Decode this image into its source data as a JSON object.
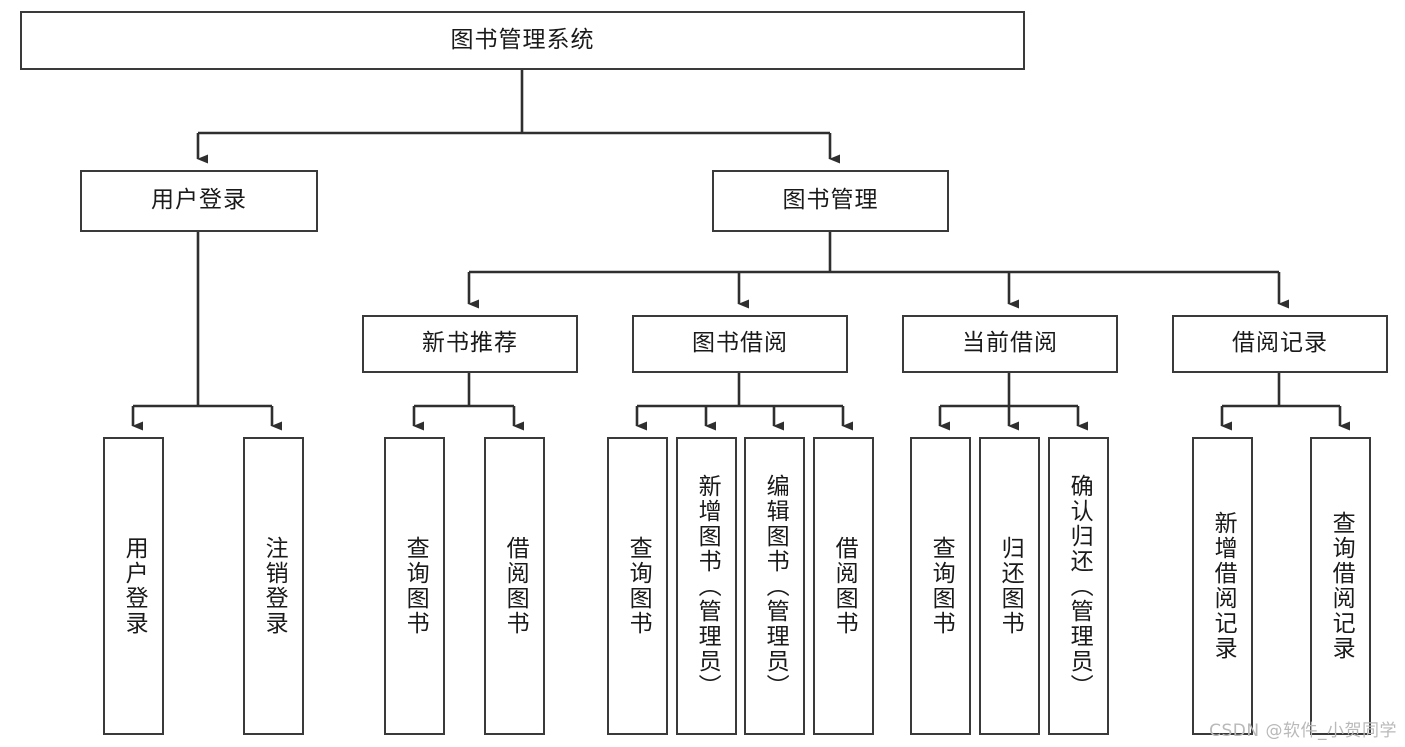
{
  "diagram": {
    "title": "图书管理系统",
    "type": "hierarchy-tree",
    "levels": 4,
    "colors": {
      "box_border": "#3a3a3a",
      "box_fill": "#ffffff",
      "edge": "#2f2f2f",
      "text": "#1a1a1a",
      "watermark": "#b9b9b9"
    },
    "nodes": {
      "root": {
        "label": "图书管理系统"
      },
      "level2": [
        {
          "label": "用户登录"
        },
        {
          "label": "图书管理"
        }
      ],
      "level3": [
        {
          "label": "新书推荐"
        },
        {
          "label": "图书借阅"
        },
        {
          "label": "当前借阅"
        },
        {
          "label": "借阅记录"
        }
      ],
      "leaves_user_login": [
        {
          "label": "用户登录"
        },
        {
          "label": "注销登录"
        }
      ],
      "leaves_new_book": [
        {
          "label": "查询图书"
        },
        {
          "label": "借阅图书"
        }
      ],
      "leaves_borrow": [
        {
          "label": "查询图书"
        },
        {
          "label": "新增图书（管理员）"
        },
        {
          "label": "编辑图书（管理员）"
        },
        {
          "label": "借阅图书"
        }
      ],
      "leaves_current": [
        {
          "label": "查询图书"
        },
        {
          "label": "归还图书"
        },
        {
          "label": "确认归还（管理员）"
        }
      ],
      "leaves_records": [
        {
          "label": "新增借阅记录"
        },
        {
          "label": "查询借阅记录"
        }
      ]
    }
  },
  "watermark": {
    "text": "CSDN @软件_小贺同学"
  }
}
